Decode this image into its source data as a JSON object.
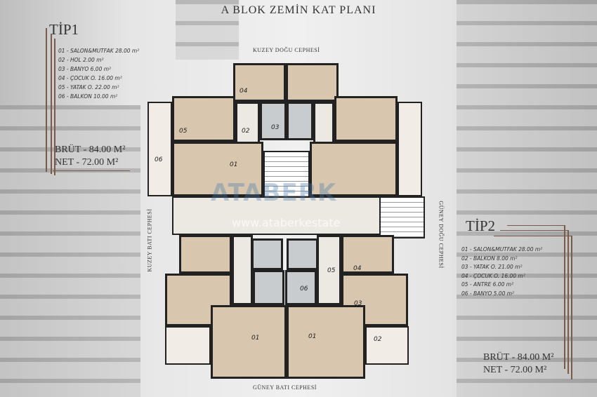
{
  "title": "A BLOK ZEMİN KAT PLANI",
  "tip1": {
    "label": "TİP1",
    "rooms": [
      "01 - SALON&MUTFAK 28.00 m²",
      "02 - HOL 2.00 m²",
      "03 - BANYO 6.00 m²",
      "04 - ÇOCUK O. 16.00 m²",
      "05 - YATAK O. 22.00 m²",
      "06 - BALKON  10.00 m²"
    ],
    "brut": "BRÜT - 84.00 M²",
    "net": "NET - 72.00 M²"
  },
  "tip2": {
    "label": "TİP2",
    "rooms": [
      "01 - SALON&MUTFAK 28.00 m²",
      "02 - BALKON 8.00 m²",
      "03 - YATAK O. 21.00 m²",
      "04 - ÇOCUK O. 16.00 m²",
      "05 - ANTRE  6.00 m²",
      "06 - BANYO  5.00 m²"
    ],
    "brut": "BRÜT - 84.00 M²",
    "net": "NET - 72.00 M²"
  },
  "facades": {
    "top": "KUZEY DOĞU CEPHESİ",
    "bottom": "GÜNEY BATI CEPHESİ",
    "left": "KUZEY BATI CEPHESİ",
    "right": "GÜNEY DOĞU CEPHESİ"
  },
  "room_numbers": {
    "t04": "04",
    "t02": "02",
    "t03": "03",
    "t05": "05",
    "t01": "01",
    "t06": "06",
    "b04": "04",
    "b05": "05",
    "b06": "06",
    "b03": "03",
    "b01r": "01",
    "b01l": "01",
    "b02": "02"
  },
  "watermark": {
    "logo": "ATABERK ESTATE",
    "url": "www.ataberkestate"
  }
}
